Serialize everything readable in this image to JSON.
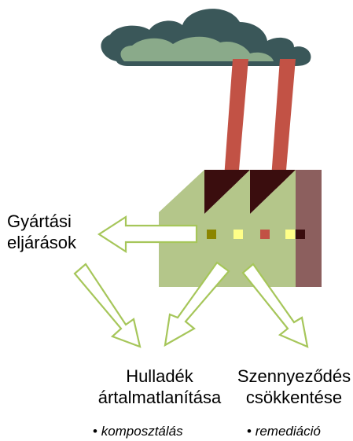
{
  "labels": {
    "process_line1": "Gyártási",
    "process_line2": "eljárások",
    "waste_line1": "Hulladék",
    "waste_line2": "ártalmatlanítása",
    "pollution_line1": "Szennyeződés",
    "pollution_line2": "csökkentése"
  },
  "bullets": {
    "waste_method": "komposztálás",
    "pollution_method": "remediáció",
    "bullet_mark": "•"
  },
  "colors": {
    "factory_body": "#b4c68a",
    "factory_side": "#8c5f5e",
    "factory_dark": "#3a0d0e",
    "chimney": "#c25245",
    "cloud_dark": "#3a5759",
    "cloud_light": "#8aaa8a",
    "arrow_outline": "#a6c65a",
    "window_olive": "#8b8500",
    "window_yellow": "#ffff88",
    "window_red": "#c25245",
    "window_dark": "#3a0d0e"
  },
  "icons": {
    "cloud": "cloud-icon",
    "factory": "factory-icon"
  }
}
